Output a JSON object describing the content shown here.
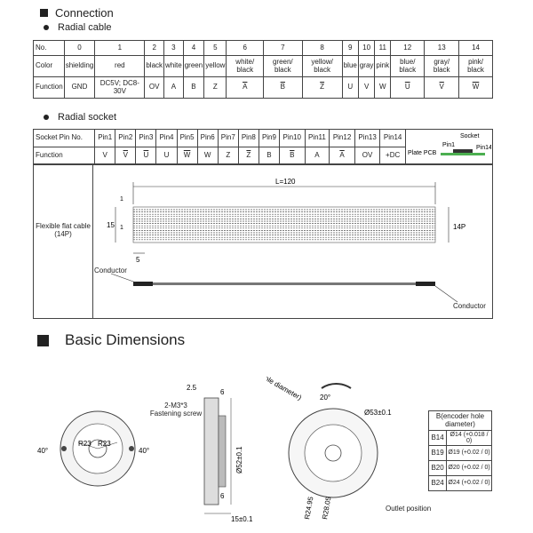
{
  "connection": {
    "title": "Connection",
    "radial_cable": {
      "subtitle": "Radial cable",
      "rows": [
        {
          "label": "No.",
          "cells": [
            "0",
            "1",
            "2",
            "3",
            "4",
            "5",
            "6",
            "7",
            "8",
            "9",
            "10",
            "11",
            "12",
            "13",
            "14"
          ]
        },
        {
          "label": "Color",
          "cells": [
            "shielding",
            "red",
            "black",
            "white",
            "green",
            "yellow",
            "white/ black",
            "green/ black",
            "yellow/ black",
            "blue",
            "gray",
            "pink",
            "blue/ black",
            "gray/ black",
            "pink/ black"
          ]
        },
        {
          "label": "Function",
          "cells": [
            "GND",
            "DC5V; DC8-30V",
            "OV",
            "A",
            "B",
            "Z",
            "A",
            "B",
            "Z",
            "U",
            "V",
            "W",
            "U",
            "V",
            "W"
          ],
          "overline": [
            false,
            false,
            false,
            false,
            false,
            false,
            true,
            true,
            true,
            false,
            false,
            false,
            true,
            true,
            true
          ]
        }
      ]
    },
    "radial_socket": {
      "subtitle": "Radial socket",
      "header_label": "Socket Pin No.",
      "pins": [
        "Pin1",
        "Pin2",
        "Pin3",
        "Pin4",
        "Pin5",
        "Pin6",
        "Pin7",
        "Pin8",
        "Pin9",
        "Pin10",
        "Pin11",
        "Pin12",
        "Pin13",
        "Pin14"
      ],
      "function_label": "Function",
      "functions": [
        "V",
        "V",
        "U",
        "U",
        "W",
        "W",
        "Z",
        "Z",
        "B",
        "B",
        "A",
        "A",
        "OV",
        "+DC"
      ],
      "functions_overline": [
        false,
        true,
        true,
        false,
        true,
        false,
        false,
        true,
        false,
        true,
        false,
        true,
        false,
        false
      ],
      "pcb_labels": {
        "socket": "Socket",
        "pin1": "Pin1",
        "pin14": "Pin14",
        "plate": "Plate PCB"
      },
      "ffc_label": "Flexible flat cable (14P)",
      "ffc_dims": {
        "length": "L=120",
        "width": "15",
        "pitch": "1",
        "one": "1",
        "tail": "5",
        "pins": "14P"
      },
      "conductor_left": "Conductor",
      "conductor_right": "Conductor"
    }
  },
  "basic_dimensions": {
    "title": "Basic Dimensions",
    "front": {
      "r1": "R23",
      "r2": "R23",
      "angle_left": "40°",
      "angle_right": "40°"
    },
    "side": {
      "d1": "2.5",
      "d2": "6",
      "screw": "2-M3*3 Fastening screw",
      "dia": "Ø52±0.1",
      "d3": "6",
      "d4": "15±0.1"
    },
    "rear": {
      "hole": "B(encoder hole diameter)",
      "angle": "20°",
      "dia": "Ø53±0.1",
      "r1": "R24.95",
      "r2": "R28.05",
      "outlet": "Outlet position"
    },
    "btable": {
      "header": "B(encoder hole diameter)",
      "rows": [
        {
          "code": "B14",
          "val": "Ø14",
          "tol": "+0.018 / 0"
        },
        {
          "code": "B19",
          "val": "Ø19",
          "tol": "+0.02 / 0"
        },
        {
          "code": "B20",
          "val": "Ø20",
          "tol": "+0.02 / 0"
        },
        {
          "code": "B24",
          "val": "Ø24",
          "tol": "+0.02 / 0"
        }
      ]
    }
  }
}
